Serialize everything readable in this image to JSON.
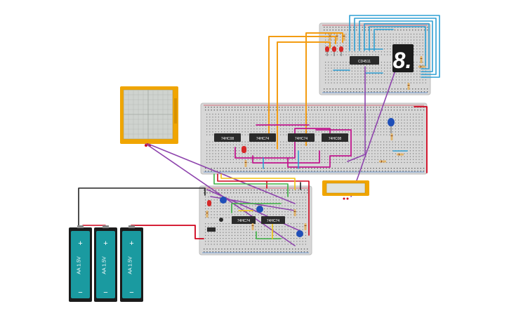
{
  "canvas": {
    "background": "#ffffff"
  },
  "colors": {
    "breadboard": "#d7d7d7",
    "breadboard_edge": "#bdbdbd",
    "hole": "#555555",
    "rail_red": "#d0021b",
    "rail_blue": "#1f6fd1",
    "chip": "#2b2b2b",
    "battery": "#1a9aa0",
    "battery_dark": "#157a80",
    "scope_frame": "#f0a500",
    "scope_screen": "#cfd3cf",
    "wire_orange": "#f39c12",
    "wire_purple": "#8e44ad",
    "wire_blue": "#2e9fd4",
    "wire_red": "#d0021b",
    "wire_black": "#222222",
    "wire_green": "#3cb043",
    "wire_yellow": "#f1c40f",
    "wire_magenta": "#c2188f",
    "led_red": "#d62828",
    "seg_display": "#1b1b1b",
    "seg_on": "#ffffff",
    "lcd": "#f0a500"
  },
  "chips": {
    "main": [
      "74HC08",
      "74HC74",
      "74HC74",
      "74HC08"
    ],
    "lower": [
      "74HC74",
      "74HC74"
    ],
    "top": "CD4511"
  },
  "batteries": [
    {
      "plus": "+",
      "label": "AA 1.5V",
      "minus": "−"
    },
    {
      "plus": "+",
      "label": "AA 1.5V",
      "minus": "−"
    },
    {
      "plus": "+",
      "label": "AA 1.5V",
      "minus": "−"
    }
  ],
  "seven_segment": {
    "digit": "8."
  },
  "icons": {
    "oscilloscope": "oscilloscope-icon",
    "lcd": "lcd-module-icon",
    "push_button": "push-button-icon"
  }
}
